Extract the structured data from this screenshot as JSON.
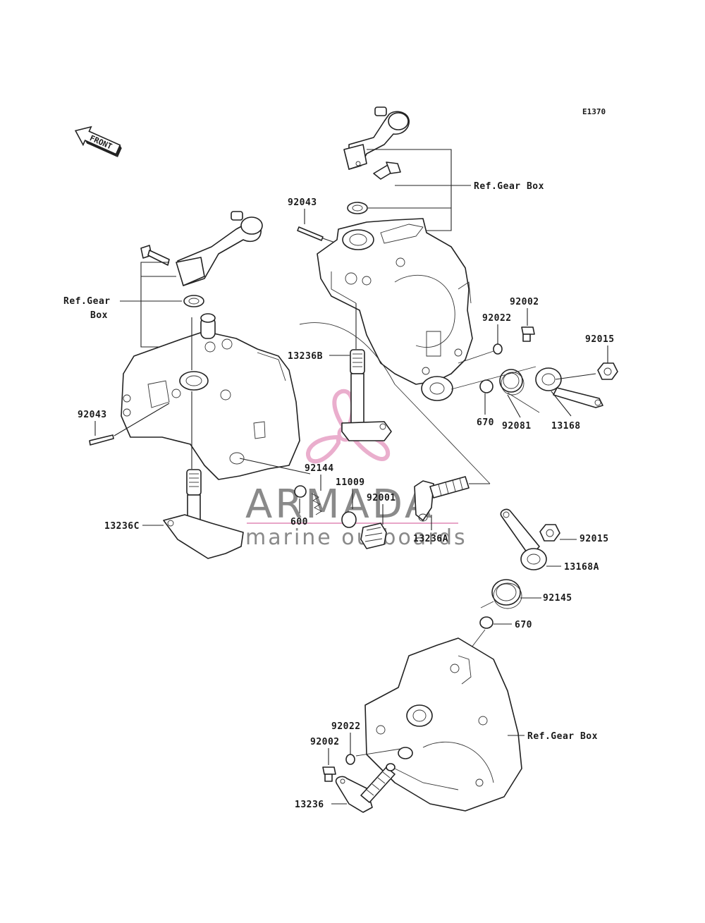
{
  "diagram_code": "E1370",
  "front_arrow": "FRONT",
  "watermark": {
    "brand": "ARMADA",
    "tagline": "marine outboards",
    "accent_color": "#e8a6c8"
  },
  "labels": {
    "ref_gear_box_top": "Ref.Gear Box",
    "ref_gear_left_line1": "Ref.Gear",
    "ref_gear_left_line2": "Box",
    "ref_gear_box_bottom": "Ref.Gear Box",
    "p92043_top": "92043",
    "p92043_left": "92043",
    "p13236B": "13236B",
    "p92002_top": "92002",
    "p92022_top": "92022",
    "p92015_top": "92015",
    "p670_top": "670",
    "p92081": "92081",
    "p13168": "13168",
    "p92144": "92144",
    "p11009": "11009",
    "p92001": "92001",
    "p600": "600",
    "p13236A": "13236A",
    "p13236C": "13236C",
    "p92015_mid": "92015",
    "p13168A": "13168A",
    "p92145": "92145",
    "p670_mid": "670",
    "p92022_bottom": "92022",
    "p92002_bottom": "92002",
    "p13236": "13236"
  }
}
